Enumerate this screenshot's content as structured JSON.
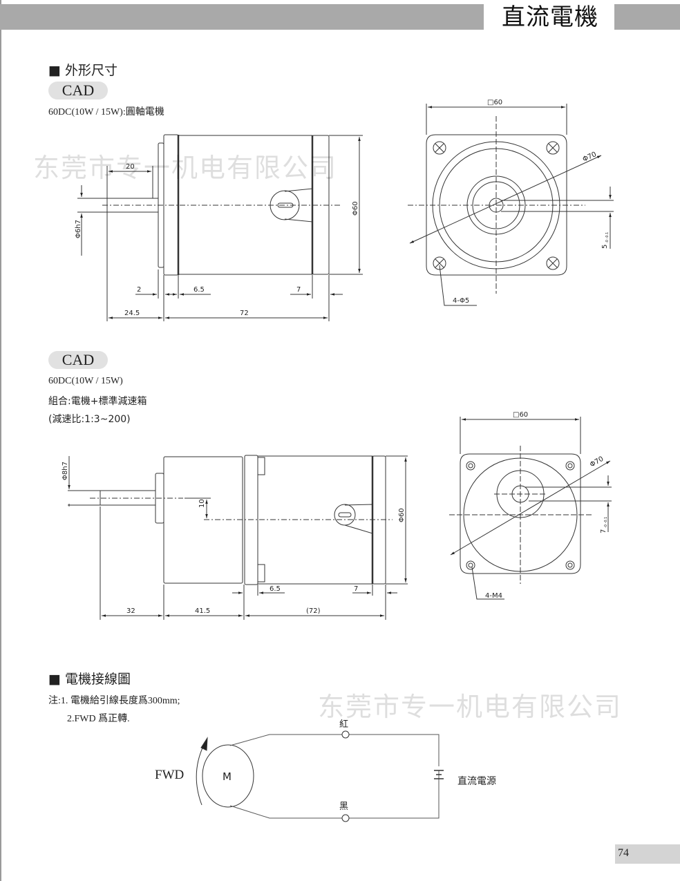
{
  "header": {
    "title": "直流電機"
  },
  "section1": {
    "title": "■ 外形尺寸"
  },
  "drawing1": {
    "badge": "CAD",
    "caption": "60DC(10W / 15W):圓軸電機",
    "dims": {
      "shaft_len": "20",
      "shaft_dia": "Φ6h7",
      "body_dia": "Φ60",
      "d2": "2",
      "d65": "6.5",
      "d7": "7",
      "d245": "24.5",
      "d72": "72",
      "square": "□60",
      "pcd": "Φ70",
      "key": "5",
      "key_tol": "-0 -0.1",
      "holes": "4-Φ5"
    }
  },
  "drawing2": {
    "badge": "CAD",
    "caption_lines": [
      "60DC(10W / 15W)",
      "組合:電機+標準減速箱",
      "(減速比:1:3~200)"
    ],
    "dims": {
      "shaft_dia": "Φ8h7",
      "offset": "10",
      "body_dia": "Φ60",
      "d65": "6.5",
      "d7": "7",
      "d32": "32",
      "d415": "41.5",
      "d72": "(72)",
      "square": "□60",
      "pcd": "Φ70",
      "key": "7",
      "key_tol": "-0 -0.1",
      "holes": "4-M4"
    }
  },
  "section2": {
    "title": "■  電機接線圖"
  },
  "notes": [
    "注:1. 電機給引線長度爲300mm;",
    "2.FWD 爲正轉."
  ],
  "wiring": {
    "motor": "M",
    "direction": "FWD",
    "red": "紅",
    "black": "黑",
    "source": "直流電源"
  },
  "watermark": "东莞市专一机电有限公司",
  "page_number": "74"
}
